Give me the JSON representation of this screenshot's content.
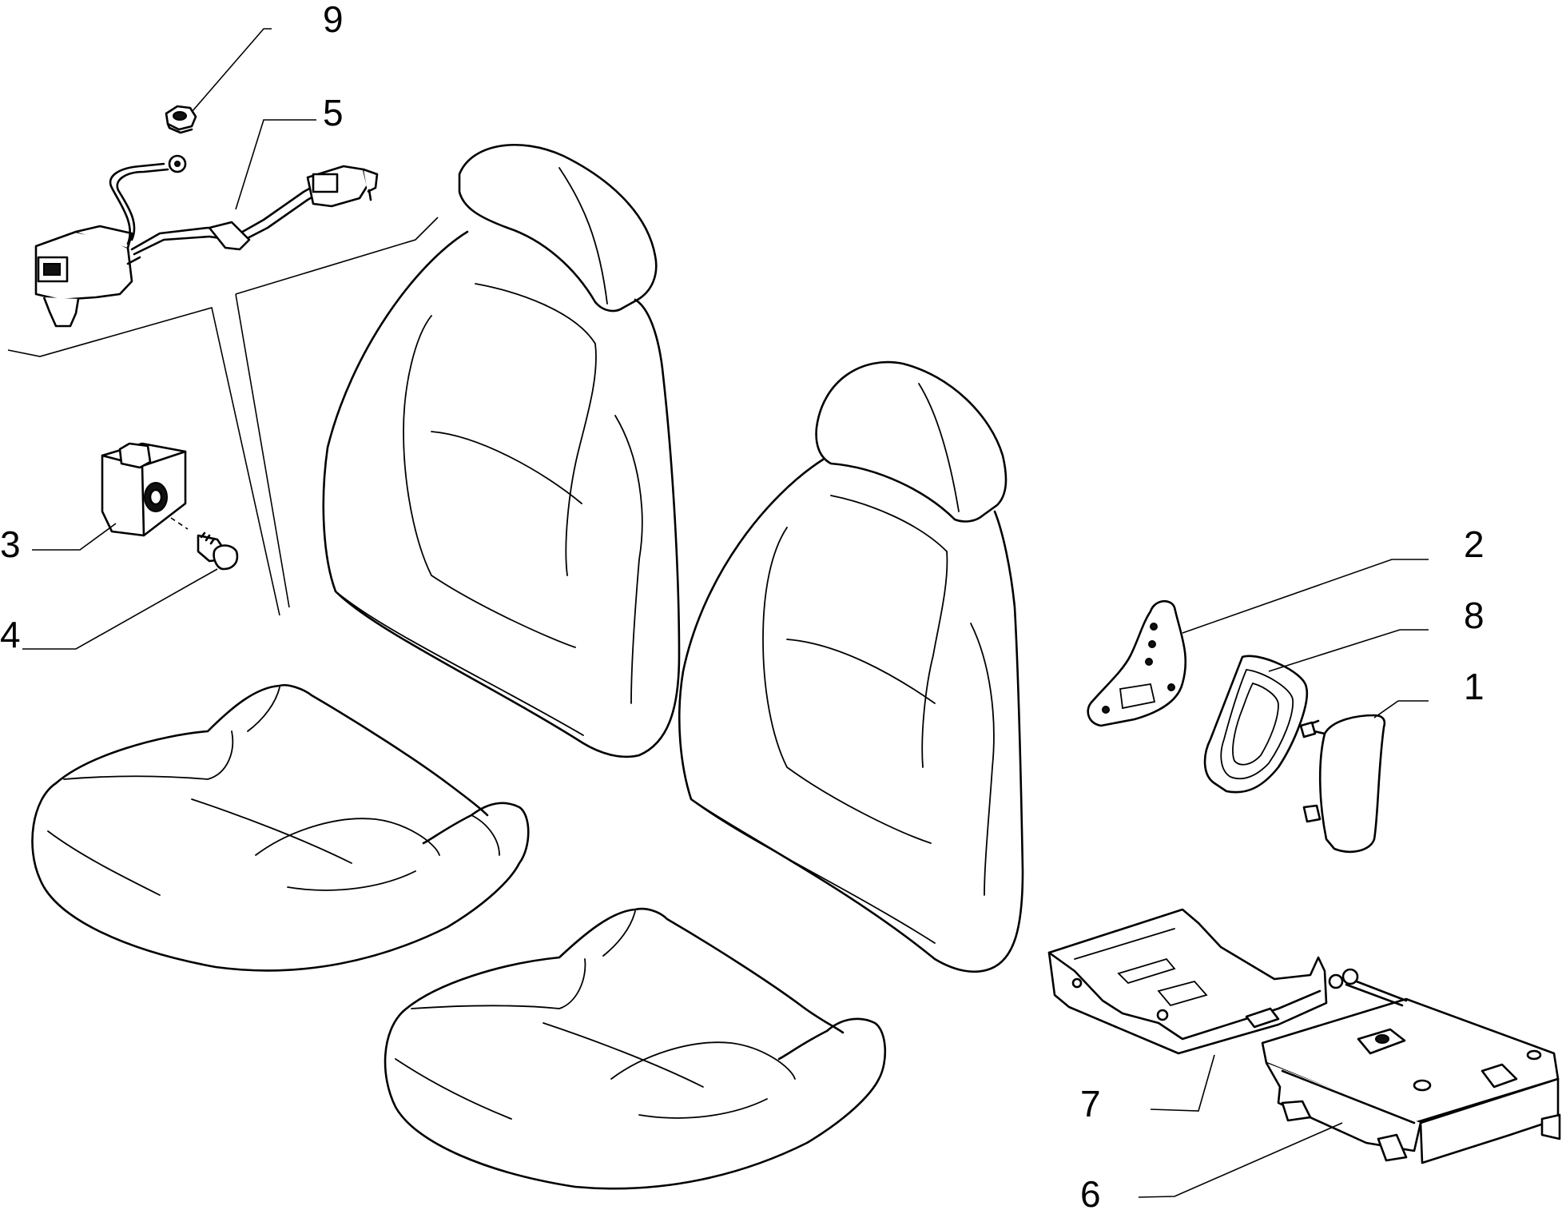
{
  "diagram": {
    "callouts": [
      {
        "number": "1"
      },
      {
        "number": "2"
      },
      {
        "number": "3"
      },
      {
        "number": "4"
      },
      {
        "number": "5"
      },
      {
        "number": "6"
      },
      {
        "number": "7"
      },
      {
        "number": "8"
      },
      {
        "number": "9"
      }
    ]
  }
}
